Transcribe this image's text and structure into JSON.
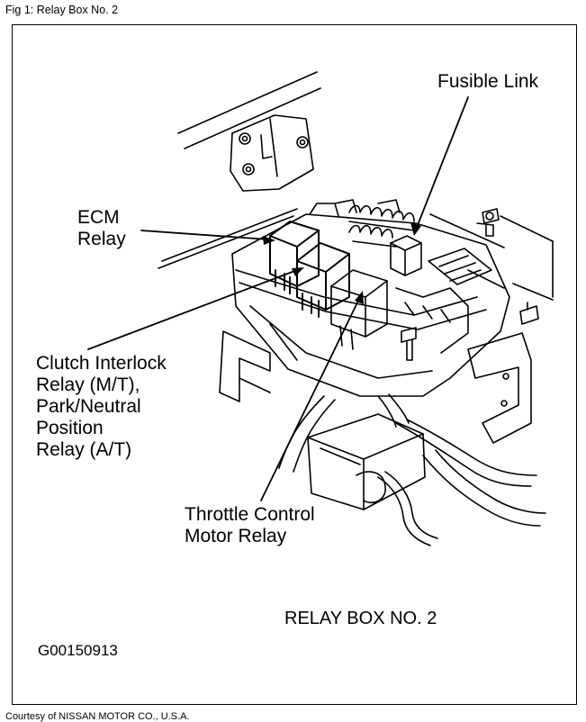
{
  "caption": "Fig 1: Relay Box No. 2",
  "labels": {
    "fusible_link": "Fusible Link",
    "ecm_relay": [
      "ECM",
      "Relay"
    ],
    "clutch_interlock": [
      "Clutch Interlock",
      "Relay (M/T),",
      "Park/Neutral",
      "Position",
      "Relay (A/T)"
    ],
    "throttle_control": [
      "Throttle Control",
      "Motor Relay"
    ]
  },
  "diagram_title": "RELAY BOX NO. 2",
  "figure_code": "G00150913",
  "courtesy": "Courtesy of NISSAN MOTOR CO., U.S.A."
}
